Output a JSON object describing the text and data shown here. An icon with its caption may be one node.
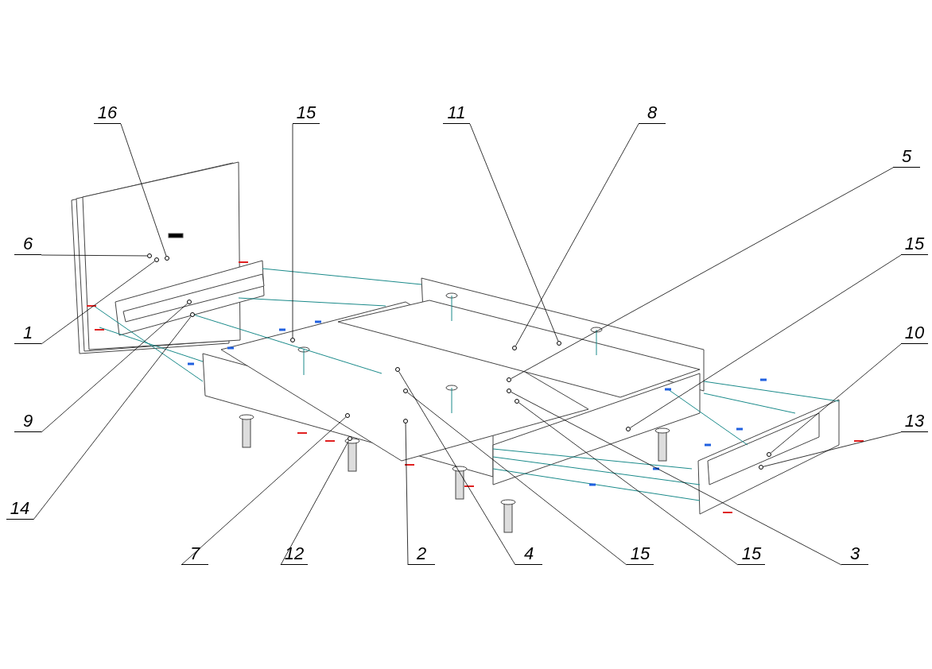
{
  "diagram": {
    "nodes": [
      {
        "text": [
          "16"
        ]
      },
      {
        "text": [
          "15"
        ]
      },
      {
        "text": [
          "11"
        ]
      },
      {
        "text": [
          "8"
        ]
      },
      {
        "text": [
          "5"
        ]
      },
      {
        "text": [
          "15"
        ]
      },
      {
        "text": [
          "6"
        ]
      },
      {
        "text": [
          "1"
        ]
      },
      {
        "text": [
          "10"
        ]
      },
      {
        "text": [
          "9"
        ]
      },
      {
        "text": [
          "13"
        ]
      },
      {
        "text": [
          "14"
        ]
      },
      {
        "text": [
          "7"
        ]
      },
      {
        "text": [
          "12"
        ]
      },
      {
        "text": [
          "2"
        ]
      },
      {
        "text": [
          "4"
        ]
      },
      {
        "text": [
          "15"
        ]
      },
      {
        "text": [
          "15"
        ]
      },
      {
        "text": [
          "3"
        ]
      },
      {
        "text": [],
        "shape": "circle"
      },
      {
        "text": [],
        "shape": "circle"
      },
      {
        "text": [],
        "shape": "circle"
      },
      {
        "text": [],
        "shape": "circle"
      },
      {
        "text": [],
        "shape": "circle"
      },
      {
        "text": [],
        "shape": "circle"
      },
      {
        "text": [],
        "shape": "circle"
      },
      {
        "text": [],
        "shape": "circle"
      },
      {
        "text": [],
        "shape": "circle"
      },
      {
        "text": [],
        "shape": "circle"
      },
      {
        "text": [],
        "shape": "circle"
      },
      {
        "text": [],
        "shape": "circle"
      },
      {
        "text": [],
        "shape": "circle"
      },
      {
        "text": [],
        "shape": "circle"
      },
      {
        "text": [],
        "shape": "circle"
      },
      {
        "text": [],
        "shape": "circle"
      },
      {
        "text": [],
        "shape": "circle"
      },
      {
        "text": [],
        "shape": "circle"
      },
      {
        "text": [],
        "shape": "circle"
      }
    ],
    "edges": [
      {
        "from": 0,
        "to": 19,
        "arrow": "none"
      },
      {
        "from": 1,
        "to": 20,
        "arrow": "none"
      },
      {
        "from": 2,
        "to": 21,
        "arrow": "none"
      },
      {
        "from": 3,
        "to": 22,
        "arrow": "none"
      },
      {
        "from": 4,
        "to": 23,
        "arrow": "none"
      },
      {
        "from": 5,
        "to": 24,
        "arrow": "none"
      },
      {
        "from": 6,
        "to": 25,
        "arrow": "none"
      },
      {
        "from": 7,
        "to": 26,
        "arrow": "none"
      },
      {
        "from": 8,
        "to": 27,
        "arrow": "none"
      },
      {
        "from": 9,
        "to": 28,
        "arrow": "none"
      },
      {
        "from": 10,
        "to": 29,
        "arrow": "none"
      },
      {
        "from": 11,
        "to": 30,
        "arrow": "none"
      },
      {
        "from": 12,
        "to": 31,
        "arrow": "none"
      },
      {
        "from": 13,
        "to": 32,
        "arrow": "none"
      },
      {
        "from": 14,
        "to": 33,
        "arrow": "none"
      },
      {
        "from": 15,
        "to": 34,
        "arrow": "none"
      },
      {
        "from": 16,
        "to": 35,
        "arrow": "none"
      },
      {
        "from": 17,
        "to": 36,
        "arrow": "none"
      },
      {
        "from": 18,
        "to": 37,
        "arrow": "none"
      }
    ]
  }
}
